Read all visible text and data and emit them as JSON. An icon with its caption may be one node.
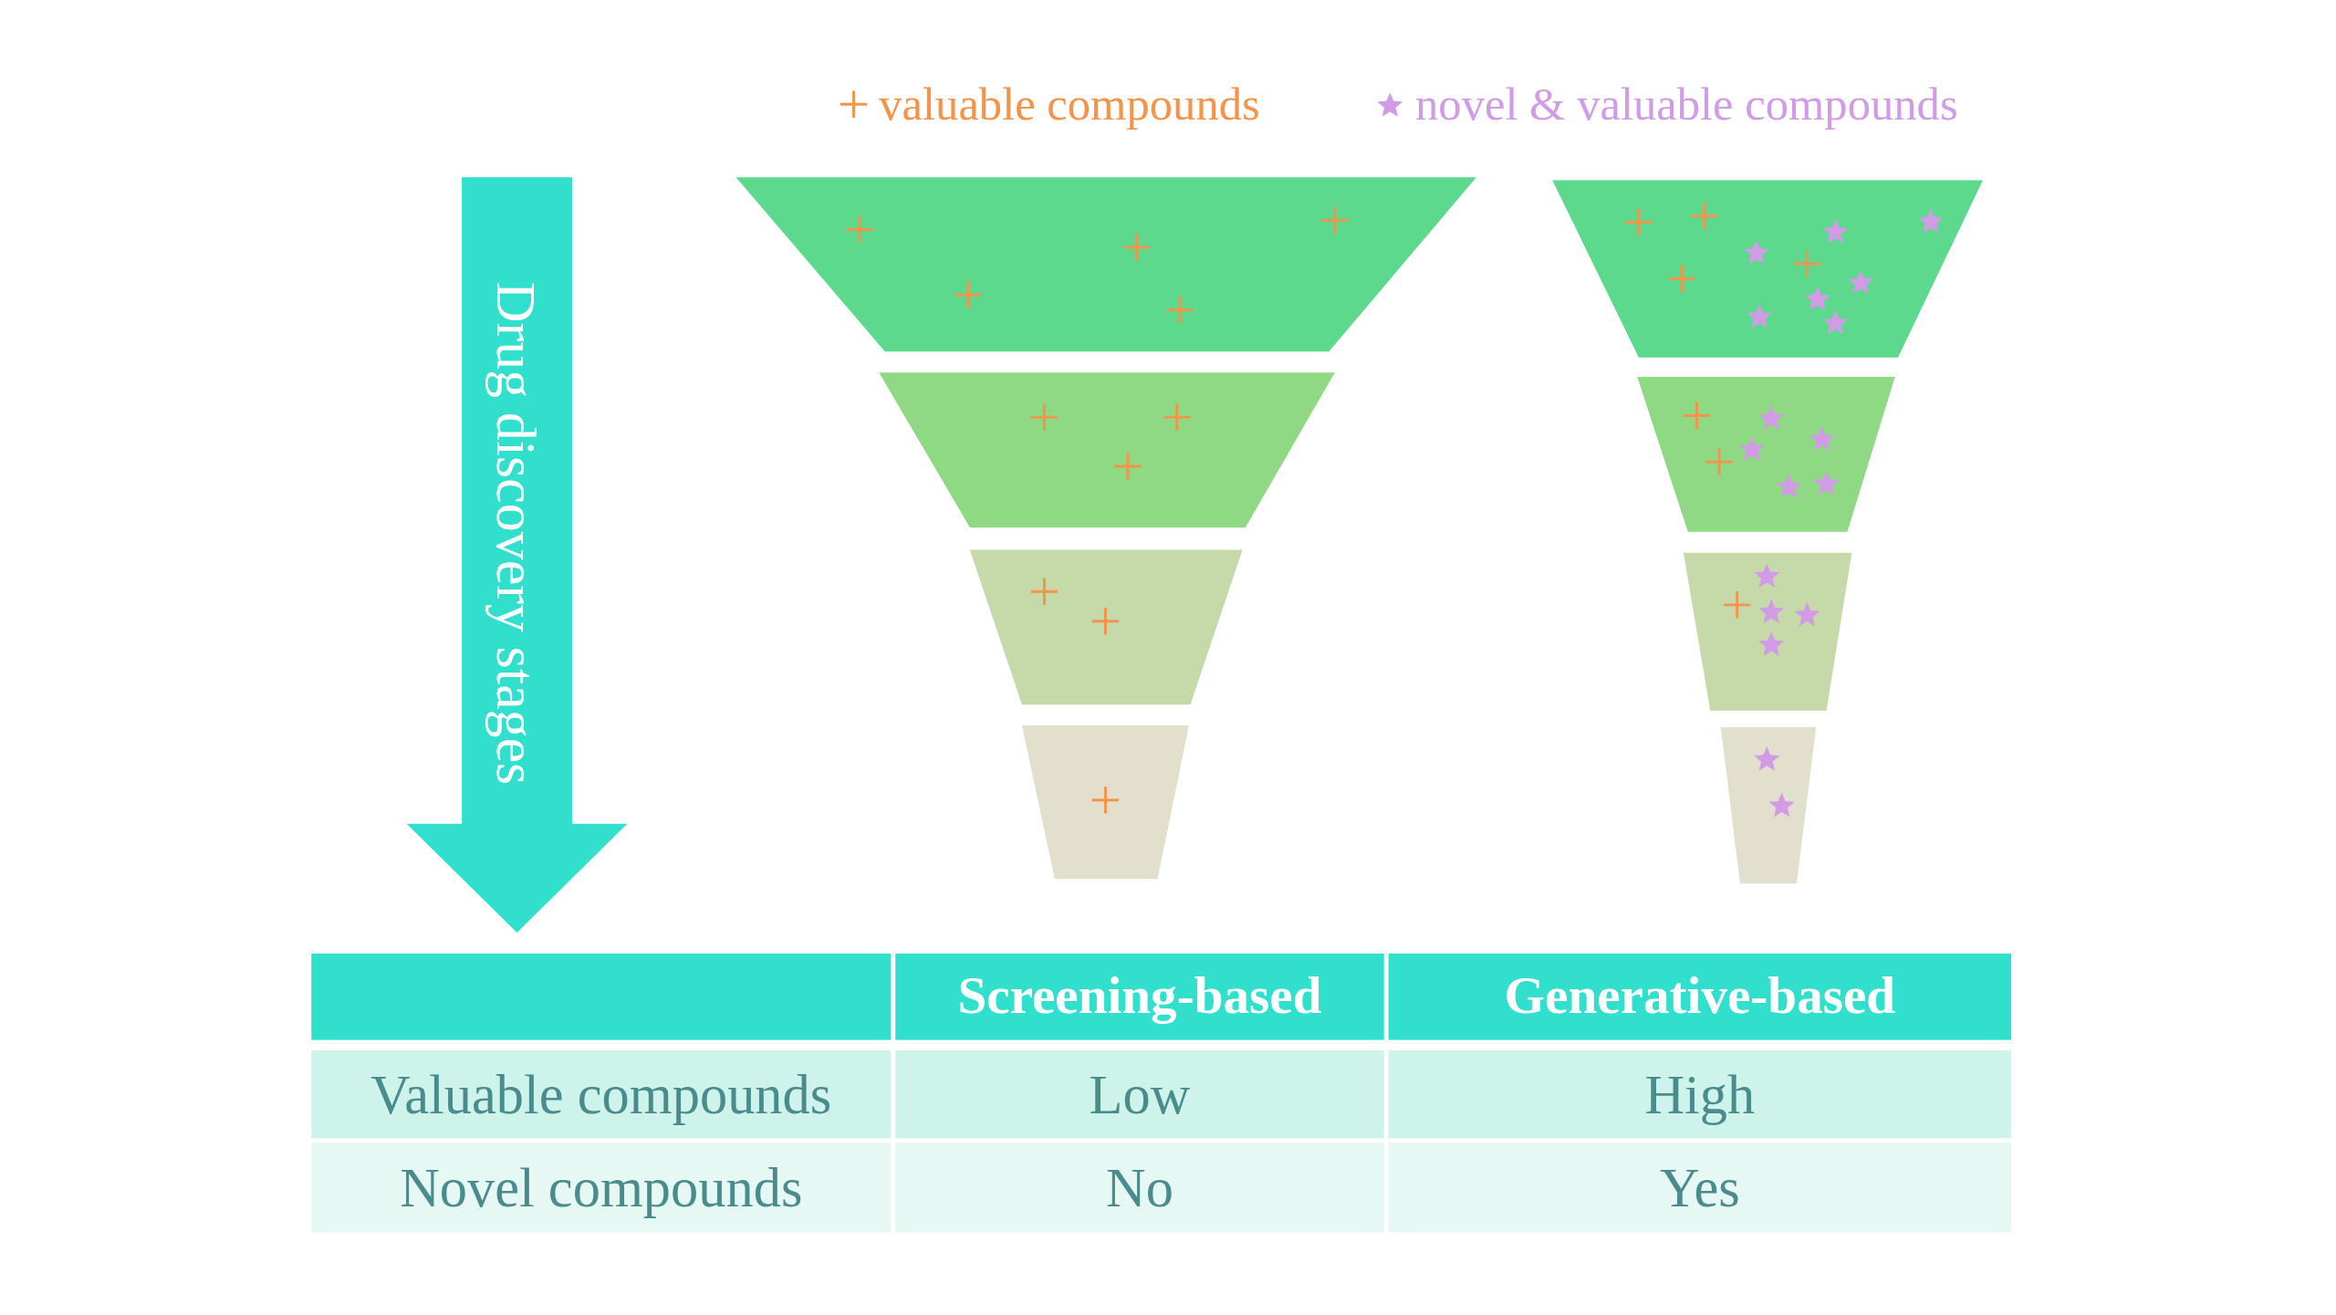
{
  "diagram": {
    "labels": [
      "Drug discovery stages",
      "Screening-based",
      "Generative-based",
      "Valuable compounds",
      "Low",
      "High",
      "Novel compounds",
      "No",
      "Yes"
    ],
    "legend": [
      {
        "text": "valuable compounds"
      },
      {
        "text": "novel & valuable compounds"
      }
    ]
  }
}
